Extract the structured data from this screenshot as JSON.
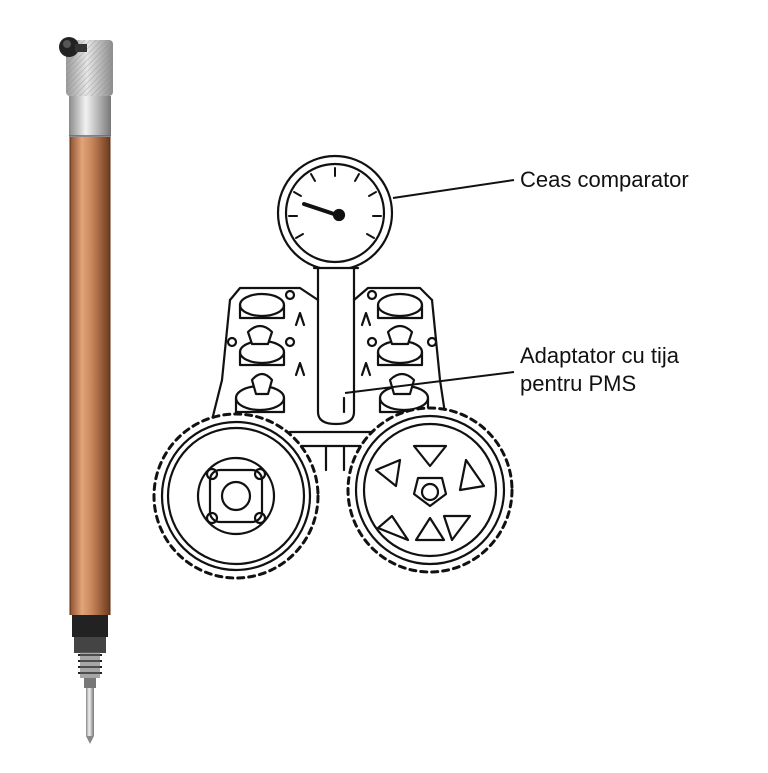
{
  "labels": {
    "dial_gauge": "Ceas comparator",
    "adapter_line1": "Adaptator cu tija",
    "adapter_line2": "pentru PMS"
  },
  "icons": [
    "tdc-adapter-tool-icon",
    "dial-gauge-icon",
    "camshaft-sprocket-icon",
    "engine-head-icon"
  ],
  "colors": {
    "tool_copper": "#c8855a",
    "tool_copper_dark": "#8e5230",
    "tool_silver": "#c9c9c9",
    "line_art": "#111111"
  }
}
